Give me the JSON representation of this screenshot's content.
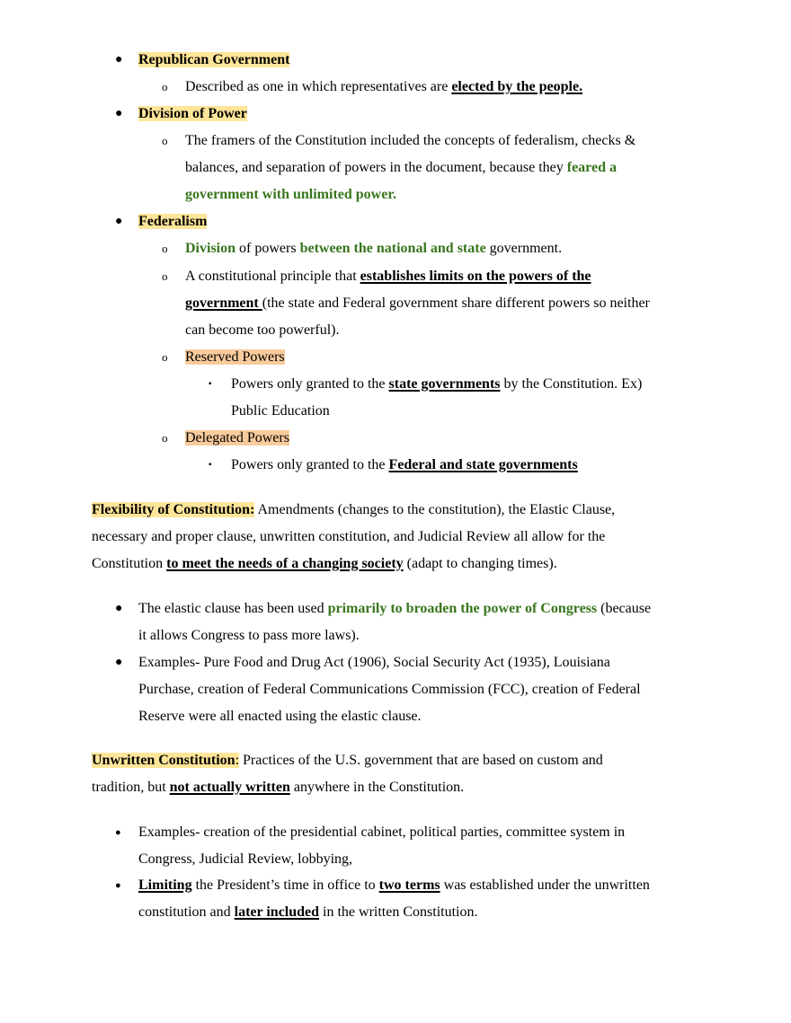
{
  "colors": {
    "highlight_yellow": "#ffe599",
    "highlight_orange": "#f9cb9c",
    "emphasis_green": "#38761d",
    "text": "#000000"
  },
  "icons": {
    "bullet_disc": "●",
    "bullet_circle": "o",
    "bullet_square": "▪"
  },
  "republican": {
    "heading": "Republican Government",
    "sub1_pre": "Described as one in which representatives are ",
    "sub1_em": "elected by the people."
  },
  "division": {
    "heading": "Division of Power",
    "sub1_line1": "The framers of the Constitution included the concepts of federalism, checks &",
    "sub1_line2_pre": "balances, and separation of powers in the document, because they ",
    "sub1_line2_green": "feared a",
    "sub1_line3_green": "government with unlimited power."
  },
  "federalism": {
    "heading": "Federalism",
    "sub1_green1": "Division",
    "sub1_mid": " of powers ",
    "sub1_green2": "between the national and state",
    "sub1_post": " government.",
    "sub2_pre": "A constitutional principle that ",
    "sub2_em1": "establishes limits on the powers of the",
    "sub2_em2": "government ",
    "sub2_post": "(the state and Federal government share different powers so neither",
    "sub2_line3": "can become too powerful).",
    "reserved_label": "Reserved Powers",
    "reserved_pre": "Powers only granted to the ",
    "reserved_em": "state governments",
    "reserved_post": " by the Constitution. Ex)",
    "reserved_line2": "Public Education",
    "delegated_label": "Delegated Powers",
    "delegated_pre": "Powers only granted to the ",
    "delegated_em": "Federal and state governments"
  },
  "flexibility": {
    "heading": "Flexibility of Constitution:",
    "line1": " Amendments (changes to the constitution), the Elastic Clause,",
    "line2": "necessary and proper clause, unwritten constitution, and Judicial Review all allow for the",
    "line3_pre": "Constitution ",
    "line3_em": "to meet the needs of a changing society",
    "line3_post": " (adapt to changing times).",
    "b1_pre": "The elastic clause has been used ",
    "b1_green": "primarily to broaden the power of Congress",
    "b1_post": " (because",
    "b1_line2": "it allows Congress to pass more laws).",
    "b2_line1": "Examples- Pure Food and Drug Act (1906), Social Security Act (1935), Louisiana",
    "b2_line2": "Purchase, creation of Federal Communications Commission (FCC), creation of Federal",
    "b2_line3": "Reserve were all enacted using the elastic clause."
  },
  "unwritten": {
    "heading": "Unwritten Constitution",
    "colon": ":",
    "line1": " Practices of the U.S. government that are based on custom and",
    "line2_pre": "tradition, but ",
    "line2_em": "not actually written",
    "line2_post": " anywhere in the Constitution.",
    "b1_line1": "Examples- creation of the presidential cabinet, political parties, committee system in",
    "b1_line2": "Congress, Judicial Review, lobbying,",
    "b2_em1": "Limiting",
    "b2_mid1": " the President’s time in office to ",
    "b2_em2": "two terms",
    "b2_post": " was established under the unwritten",
    "b2_line2_pre": "constitution and ",
    "b2_line2_em": "later included",
    "b2_line2_post": " in the written Constitution."
  }
}
